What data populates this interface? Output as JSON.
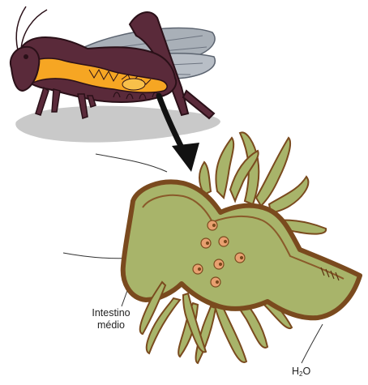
{
  "labels": {
    "midgut_line1": "Intestino",
    "midgut_line2": "médio",
    "water_main": "H",
    "water_sub": "2",
    "water_end": "O"
  },
  "colors": {
    "insect_body": "#5a2a3a",
    "insect_outline": "#2a1018",
    "digestive_tract": "#f6a623",
    "wing_gray": "#a9b0b8",
    "shadow": "#c8c8c8",
    "intestine_fill": "#a8b46a",
    "intestine_wall": "#7a4a1e",
    "cell_nucleus": "#e8a070",
    "arrow": "#111111"
  },
  "icons": {
    "insect": "grasshopper-illustration",
    "pointer": "downward-arrow",
    "organ": "midgut-with-malpighian-tubules"
  }
}
